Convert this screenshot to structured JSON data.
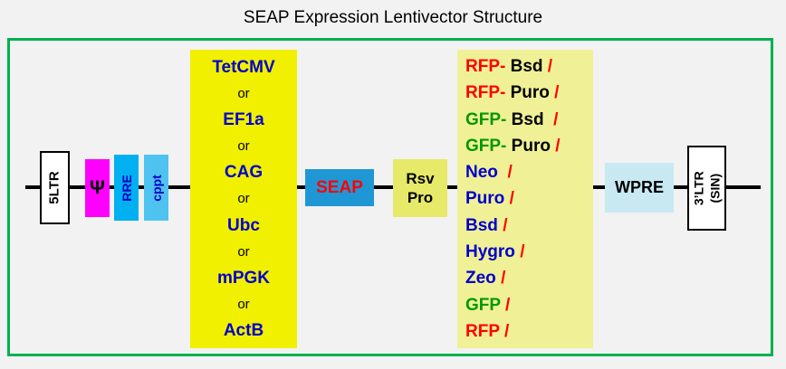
{
  "title": "SEAP Expression Lentivector Structure",
  "colors": {
    "page-bg": "#f2f2f2",
    "frame-green": "#00b050",
    "backbone-black": "#000000",
    "ltr-bg": "#ffffff",
    "psi-bg": "#ff00ff",
    "rre-bg": "#00b0f0",
    "cppt-bg": "#4fc3f0",
    "promoter-bg": "#f0f000",
    "seap-bg": "#2097d5",
    "rsvpro-bg": "#e7e968",
    "marker-bg": "#f0f096",
    "wpre-bg": "#c8e9f2",
    "text-blue": "#0000cc",
    "text-red": "#ff0000",
    "text-green": "#009900"
  },
  "elements": {
    "ltr5_label": "5LTR",
    "psi_label": "Ψ",
    "rre_label": "RRE",
    "cppt_label": "cppt",
    "seap_label": "SEAP",
    "rsv_line1": "Rsv",
    "rsv_line2": "Pro",
    "wpre_label": "WPRE",
    "ltr3_line1": "3’LTR",
    "ltr3_line2": "(SIN)"
  },
  "promoters": {
    "separator": "or",
    "items": [
      "TetCMV",
      "EF1a",
      "CAG",
      "Ubc",
      "mPGK",
      "ActB"
    ]
  },
  "markers": {
    "items": [
      [
        {
          "text": "RFP-",
          "color": "red"
        },
        {
          "text": " Bsd ",
          "color": "black"
        },
        {
          "text": "/",
          "color": "red"
        }
      ],
      [
        {
          "text": "RFP-",
          "color": "red"
        },
        {
          "text": " Puro ",
          "color": "black"
        },
        {
          "text": "/",
          "color": "red"
        }
      ],
      [
        {
          "text": "GFP-",
          "color": "green"
        },
        {
          "text": " Bsd  ",
          "color": "black"
        },
        {
          "text": "/",
          "color": "red"
        }
      ],
      [
        {
          "text": "GFP-",
          "color": "green"
        },
        {
          "text": " Puro ",
          "color": "black"
        },
        {
          "text": "/",
          "color": "red"
        }
      ],
      [
        {
          "text": "Neo  ",
          "color": "blue"
        },
        {
          "text": "/",
          "color": "red"
        }
      ],
      [
        {
          "text": "Puro ",
          "color": "blue"
        },
        {
          "text": "/",
          "color": "red"
        }
      ],
      [
        {
          "text": "Bsd ",
          "color": "blue"
        },
        {
          "text": "/",
          "color": "red"
        }
      ],
      [
        {
          "text": "Hygro ",
          "color": "blue"
        },
        {
          "text": "/",
          "color": "red"
        }
      ],
      [
        {
          "text": "Zeo ",
          "color": "blue"
        },
        {
          "text": "/",
          "color": "red"
        }
      ],
      [
        {
          "text": "GFP ",
          "color": "green"
        },
        {
          "text": "/",
          "color": "red"
        }
      ],
      [
        {
          "text": "RFP ",
          "color": "red"
        },
        {
          "text": "/",
          "color": "red"
        }
      ]
    ]
  }
}
